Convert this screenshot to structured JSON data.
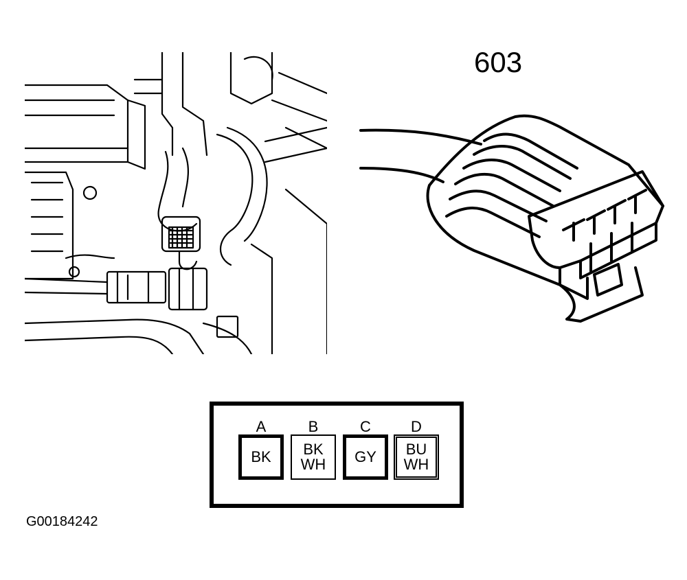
{
  "part_number": "603",
  "figure_id": "G00184242",
  "connector": {
    "pins": [
      {
        "letter": "A",
        "line1": "BK",
        "line2": ""
      },
      {
        "letter": "B",
        "line1": "BK",
        "line2": "WH"
      },
      {
        "letter": "C",
        "line1": "GY",
        "line2": ""
      },
      {
        "letter": "D",
        "line1": "BU",
        "line2": "WH"
      }
    ]
  },
  "icons": {
    "engine": "engine-bay-line-drawing",
    "connector": "4-pin-connector-line-drawing"
  },
  "colors": {
    "ink": "#000000",
    "paper": "#ffffff"
  }
}
